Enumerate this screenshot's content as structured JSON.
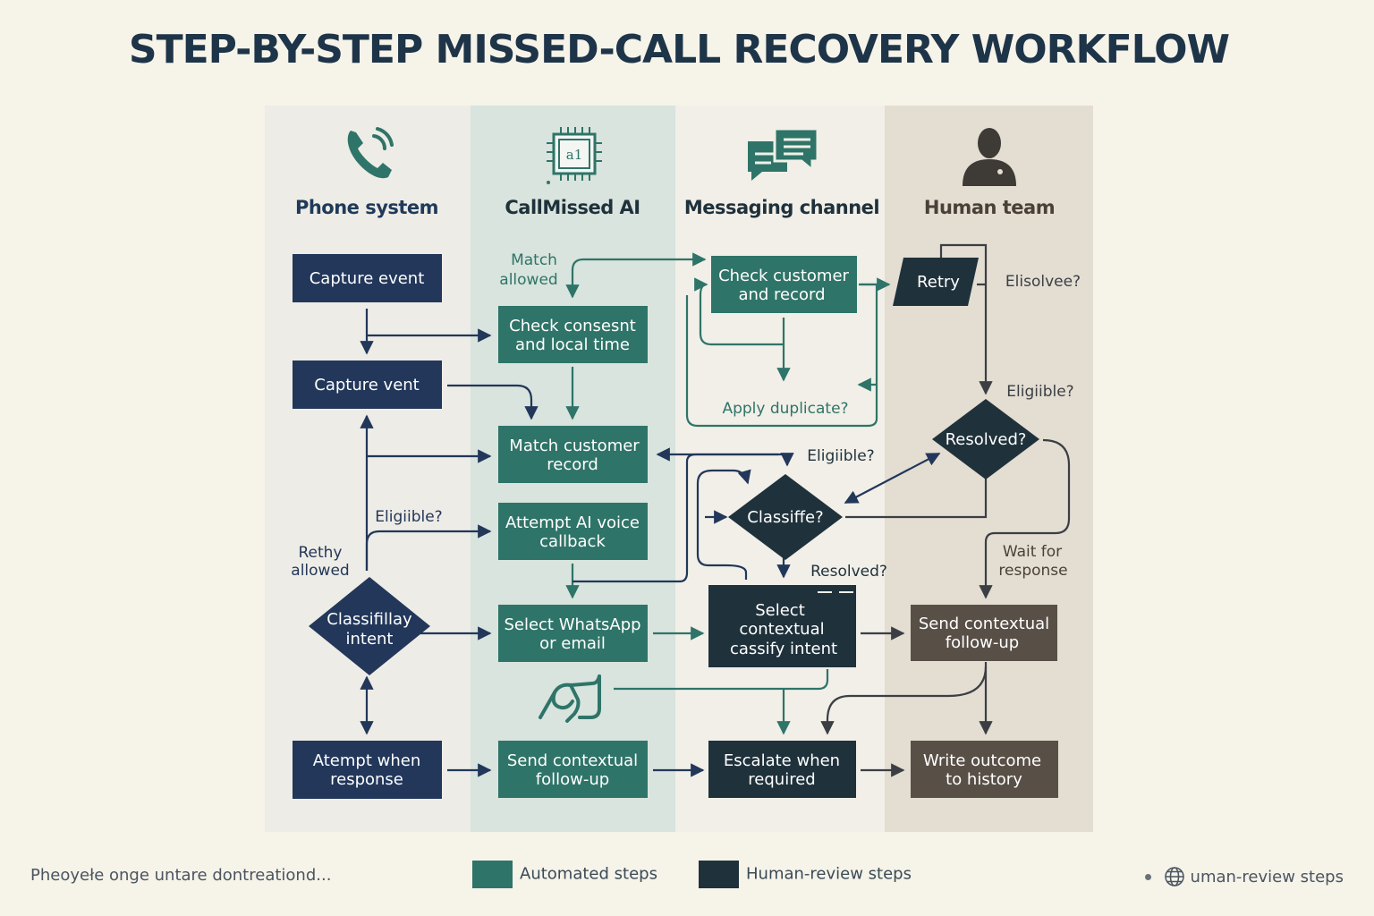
{
  "title": "STEP-BY-STEP MISSED-CALL RECOVERY WORKFLOW",
  "colors": {
    "background": "#f6f3e9",
    "automated": "#2f7468",
    "human_review": "#1f313b",
    "navy": "#22375a",
    "brown": "#584f47",
    "arrow_green": "#2f7468",
    "arrow_navy": "#22375a"
  },
  "lanes": [
    {
      "id": "phone",
      "label": "Phone system",
      "icon": "phone-icon"
    },
    {
      "id": "ai",
      "label": "CallMissed AI",
      "icon": "ai-chip-icon",
      "chip_label": "a1"
    },
    {
      "id": "messaging",
      "label": "Messaging channel",
      "icon": "chat-bubbles-icon"
    },
    {
      "id": "human",
      "label": "Human team",
      "icon": "person-icon"
    }
  ],
  "nodes": {
    "capture_event": "Capture event",
    "capture_vent": "Capture vent",
    "classify_intent_phone": "Classifillay intent",
    "attempt_when_response": "Atempt when response",
    "check_consent": "Check consesnt and local time",
    "match_customer_record": "Match customer record",
    "attempt_ai_callback": "Attempt AI voice callback",
    "select_whatsapp": "Select WhatsApp or email",
    "send_followup_ai": "Send contextual follow-up",
    "check_customer_record": "Check customer and record",
    "classify_decision": "Classiffe?",
    "select_contextual": "Select contextual cassify intent",
    "escalate_required": "Escalate when required",
    "retry": "Retry",
    "resolved_decision": "Resolved?",
    "send_followup_human": "Send contextual follow-up",
    "write_outcome": "Write outcome to history"
  },
  "labels": {
    "match_allowed": "Match allowed",
    "eligible_phone": "Eligiible?",
    "retry_allowed": "Rethy allowed",
    "apply_duplicate": "Apply duplicate?",
    "eligible_msg": "Eligiible?",
    "resolved_msg": "Resolved?",
    "elisolvee": "Elisolvee?",
    "eligible_human": "Eligiible?",
    "wait_for_response": "Wait for response"
  },
  "legend": {
    "automated": "Automated steps",
    "human_review": "Human-review steps"
  },
  "footer": {
    "left_note": "Pheoyełe onge untare dontreationd...",
    "right_note": "uman-review steps",
    "right_icon": "globe-icon"
  }
}
